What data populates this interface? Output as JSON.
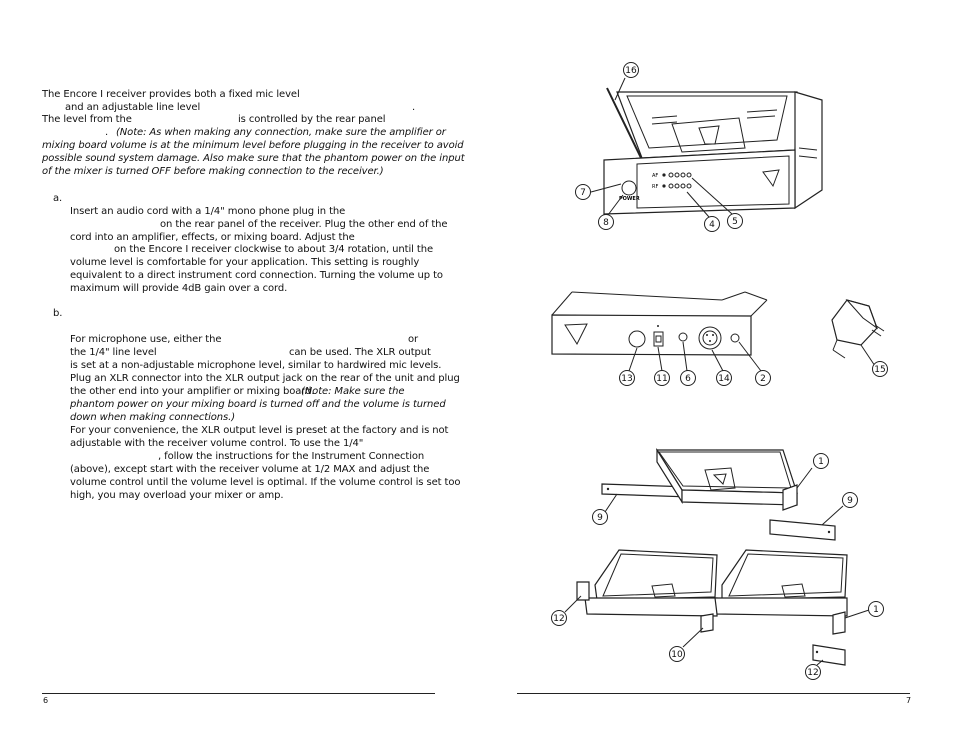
{
  "left_page": {
    "intro": {
      "line1": "The Encore I receiver provides both a fixed mic level",
      "line2": "and an adjustable line level",
      "line2_end": ".",
      "line3a": "The level from the",
      "line3b": "is controlled by the rear panel",
      "line4a": ".",
      "line4b": "(Note: As when making any connection, make sure the amplifier or",
      "line5": "mixing board volume is at the minimum level before plugging in the receiver to avoid",
      "line6": "possible sound system damage. Also make sure that the phantom power on the input",
      "line7": "of the mixer is turned OFF before making connection to the receiver.)"
    },
    "section_a": {
      "marker": "a.",
      "line1": "Insert an audio cord with a 1/4\" mono phone plug in the",
      "line2": "on the rear panel of the receiver. Plug the other end of the",
      "line3": "cord into an amplifier, effects, or mixing board.  Adjust the",
      "line4": "on the Encore I receiver clockwise to about 3/4 rotation, until the",
      "line5": "volume level is comfortable for your application. This setting is roughly",
      "line6": "equivalent to a direct instrument cord connection. Turning the volume up to",
      "line7": "maximum will provide 4dB gain over a cord."
    },
    "section_b": {
      "marker": "b.",
      "line1a": "For microphone use, either the",
      "line1b": "or",
      "line2a": "the 1/4\" line level",
      "line2b": "can be used.  The XLR output",
      "line3": "is set at a non-adjustable microphone level, similar to hardwired mic levels.",
      "line4": "Plug an XLR connector into the XLR output jack on the rear of the unit and plug",
      "line5a": "the other end into your amplifier or mixing board.",
      "line5b": "(Note: Make sure the",
      "line6": "phantom power on your mixing board is turned off and the volume is turned",
      "line7": "down when making connections.)",
      "line8": "For your convenience, the XLR output level is preset at the factory and is not",
      "line9": "adjustable with the receiver volume control.  To use the 1/4\"",
      "line10": ", follow the instructions for the Instrument Connection",
      "line11": "(above), except start with the receiver volume at 1/2 MAX and adjust the",
      "line12": "volume control until the volume level is optimal. If the volume control is set too",
      "line13": "high, you may overload your mixer or amp."
    },
    "page_number": "6"
  },
  "right_page": {
    "page_number": "7",
    "front_panel": {
      "power_label": "POWER",
      "af_label": "AF",
      "rf_label": "RF",
      "callouts": [
        "16",
        "7",
        "8",
        "4",
        "5"
      ]
    },
    "rear_panel": {
      "callouts": [
        "13",
        "11",
        "6",
        "14",
        "2",
        "15"
      ]
    },
    "rack_mount_single": {
      "callouts": [
        "1",
        "9",
        "9"
      ]
    },
    "rack_mount_dual": {
      "callouts": [
        "12",
        "10",
        "1",
        "12"
      ]
    }
  }
}
